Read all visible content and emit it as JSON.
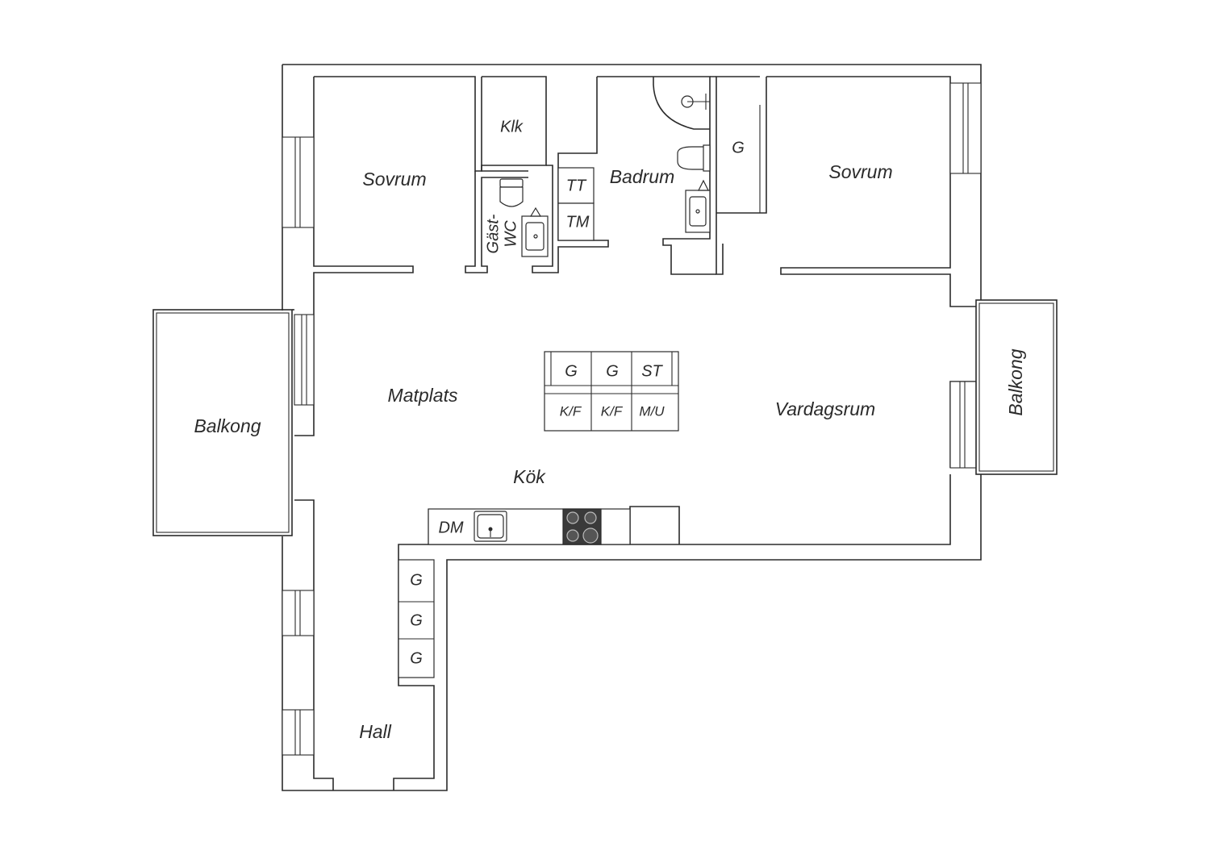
{
  "rooms": {
    "sovrum_left": "Sovrum",
    "klk": "Klk",
    "gast_wc_line1": "Gäst-",
    "gast_wc_line2": "WC",
    "badrum": "Badrum",
    "sovrum_right": "Sovrum",
    "matplats": "Matplats",
    "vardagsrum": "Vardagsrum",
    "kok": "Kök",
    "hall": "Hall",
    "balkong_left": "Balkong",
    "balkong_right": "Balkong"
  },
  "fixtures": {
    "tt": "TT",
    "tm": "TM",
    "wardrobe_bedroom": "G",
    "island_top": [
      "G",
      "G",
      "ST"
    ],
    "island_bottom": [
      "K/F",
      "K/F",
      "M/U"
    ],
    "dm": "DM",
    "hall_wardrobes": [
      "G",
      "G",
      "G"
    ]
  },
  "colors": {
    "line": "#2b2b2b",
    "background": "#ffffff",
    "hob": "#3a3a3a"
  }
}
